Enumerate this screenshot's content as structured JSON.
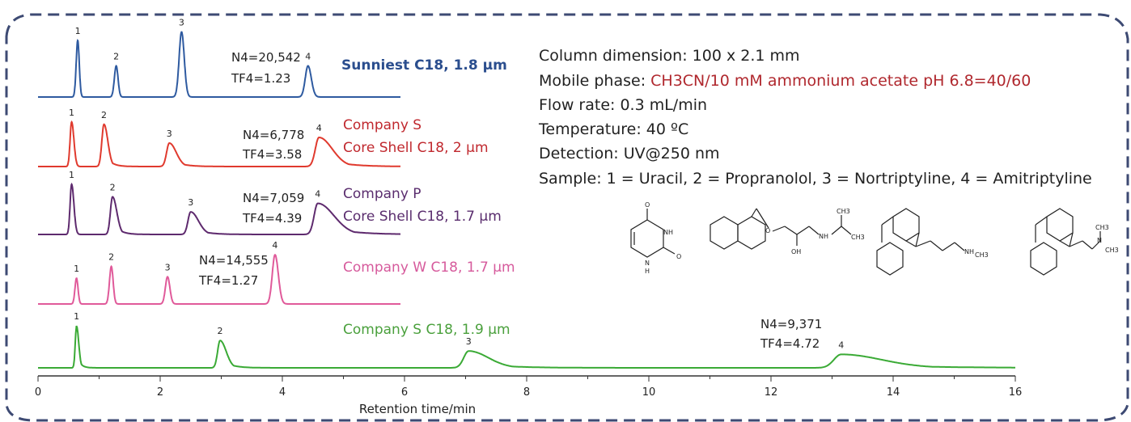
{
  "colors": {
    "frame": "#3d4a73",
    "blue": "#2e5aa0",
    "red": "#e03a2e",
    "purple": "#5e2a6e",
    "pink": "#e05a9a",
    "green": "#3aaa35",
    "label_blue": "#2b4e8e",
    "label_red": "#c0282e",
    "label_purple": "#5a2d6e",
    "label_pink": "#d65a9c",
    "label_green": "#4aa03c",
    "mobile_red": "#b0282e"
  },
  "info": {
    "line1": "Column dimension: 100 x 2.1 mm",
    "line2_prefix": "Mobile phase: ",
    "line2_value": "CH3CN/10 mM ammonium acetate pH 6.8=40/60",
    "line3": "Flow rate: 0.3 mL/min",
    "line4": "Temperature: 40 ºC",
    "line5": "Detection: UV@250 nm",
    "line6": "Sample: 1 = Uracil, 2 = Propranolol, 3 = Nortriptyline, 4 = Amitriptyline"
  },
  "chart_data": {
    "type": "line",
    "xlabel": "Retention time/min",
    "xlim": [
      0,
      16
    ],
    "xticks": [
      "0",
      "2",
      "4",
      "6",
      "8",
      "10",
      "12",
      "14",
      "16"
    ],
    "series": [
      {
        "name": "Sunniest  C18, 1.8 µm",
        "label_lines": [
          "Sunniest  C18, 1.8 µm"
        ],
        "color_key": "blue",
        "label_color_key": "label_blue",
        "n4": "N4=20,542",
        "tf4": "TF4=1.23",
        "peaks": [
          {
            "label": "1",
            "t": 0.65,
            "h": 1.0,
            "w": 0.025,
            "tail": 1.0
          },
          {
            "label": "2",
            "t": 1.28,
            "h": 0.55,
            "w": 0.03,
            "tail": 1.0
          },
          {
            "label": "3",
            "t": 2.35,
            "h": 1.15,
            "w": 0.04,
            "tail": 1.1
          },
          {
            "label": "4",
            "t": 4.42,
            "h": 0.55,
            "w": 0.045,
            "tail": 1.2
          }
        ]
      },
      {
        "name": "Company S Core Shell C18, 2 µm",
        "label_lines": [
          "Company S",
          "Core Shell C18, 2 µm"
        ],
        "color_key": "red",
        "label_color_key": "label_red",
        "n4": "N4=6,778",
        "tf4": "TF4=3.58",
        "peaks": [
          {
            "label": "1",
            "t": 0.55,
            "h": 0.95,
            "w": 0.025,
            "tail": 1.5
          },
          {
            "label": "2",
            "t": 1.08,
            "h": 0.9,
            "w": 0.035,
            "tail": 1.8
          },
          {
            "label": "3",
            "t": 2.15,
            "h": 0.5,
            "w": 0.045,
            "tail": 2.5
          },
          {
            "label": "4",
            "t": 4.6,
            "h": 0.62,
            "w": 0.06,
            "tail": 3.6
          }
        ]
      },
      {
        "name": "Company P Core Shell C18, 1.7 µm",
        "label_lines": [
          "Company P",
          "Core Shell C18, 1.7 µm"
        ],
        "color_key": "purple",
        "label_color_key": "label_purple",
        "n4": "N4=7,059",
        "tf4": "TF4=4.39",
        "peaks": [
          {
            "label": "1",
            "t": 0.55,
            "h": 1.0,
            "w": 0.025,
            "tail": 1.5
          },
          {
            "label": "2",
            "t": 1.22,
            "h": 0.75,
            "w": 0.035,
            "tail": 2.0
          },
          {
            "label": "3",
            "t": 2.5,
            "h": 0.45,
            "w": 0.045,
            "tail": 2.8
          },
          {
            "label": "4",
            "t": 4.58,
            "h": 0.62,
            "w": 0.06,
            "tail": 4.4
          }
        ]
      },
      {
        "name": "Company W C18, 1.7 µm",
        "label_lines": [
          "Company W C18, 1.7 µm"
        ],
        "color_key": "pink",
        "label_color_key": "label_pink",
        "n4": "N4=14,555",
        "tf4": "TF4=1.27",
        "peaks": [
          {
            "label": "1",
            "t": 0.63,
            "h": 0.55,
            "w": 0.025,
            "tail": 1.0
          },
          {
            "label": "2",
            "t": 1.2,
            "h": 0.8,
            "w": 0.03,
            "tail": 1.0
          },
          {
            "label": "3",
            "t": 2.12,
            "h": 0.58,
            "w": 0.035,
            "tail": 1.1
          },
          {
            "label": "4",
            "t": 3.88,
            "h": 1.05,
            "w": 0.045,
            "tail": 1.2
          }
        ]
      },
      {
        "name": "Company S C18, 1.9 µm",
        "label_lines": [
          "Company S C18, 1.9 µm"
        ],
        "color_key": "green",
        "label_color_key": "label_green",
        "n4": "N4=9,371",
        "tf4": "TF4=4.72",
        "peaks": [
          {
            "label": "1",
            "t": 0.63,
            "h": 1.0,
            "w": 0.02,
            "tail": 1.8
          },
          {
            "label": "2",
            "t": 2.98,
            "h": 0.65,
            "w": 0.04,
            "tail": 2.5
          },
          {
            "label": "3",
            "t": 7.05,
            "h": 0.4,
            "w": 0.08,
            "tail": 4.0
          },
          {
            "label": "4",
            "t": 13.15,
            "h": 0.32,
            "w": 0.12,
            "tail": 5.5
          }
        ]
      }
    ]
  }
}
